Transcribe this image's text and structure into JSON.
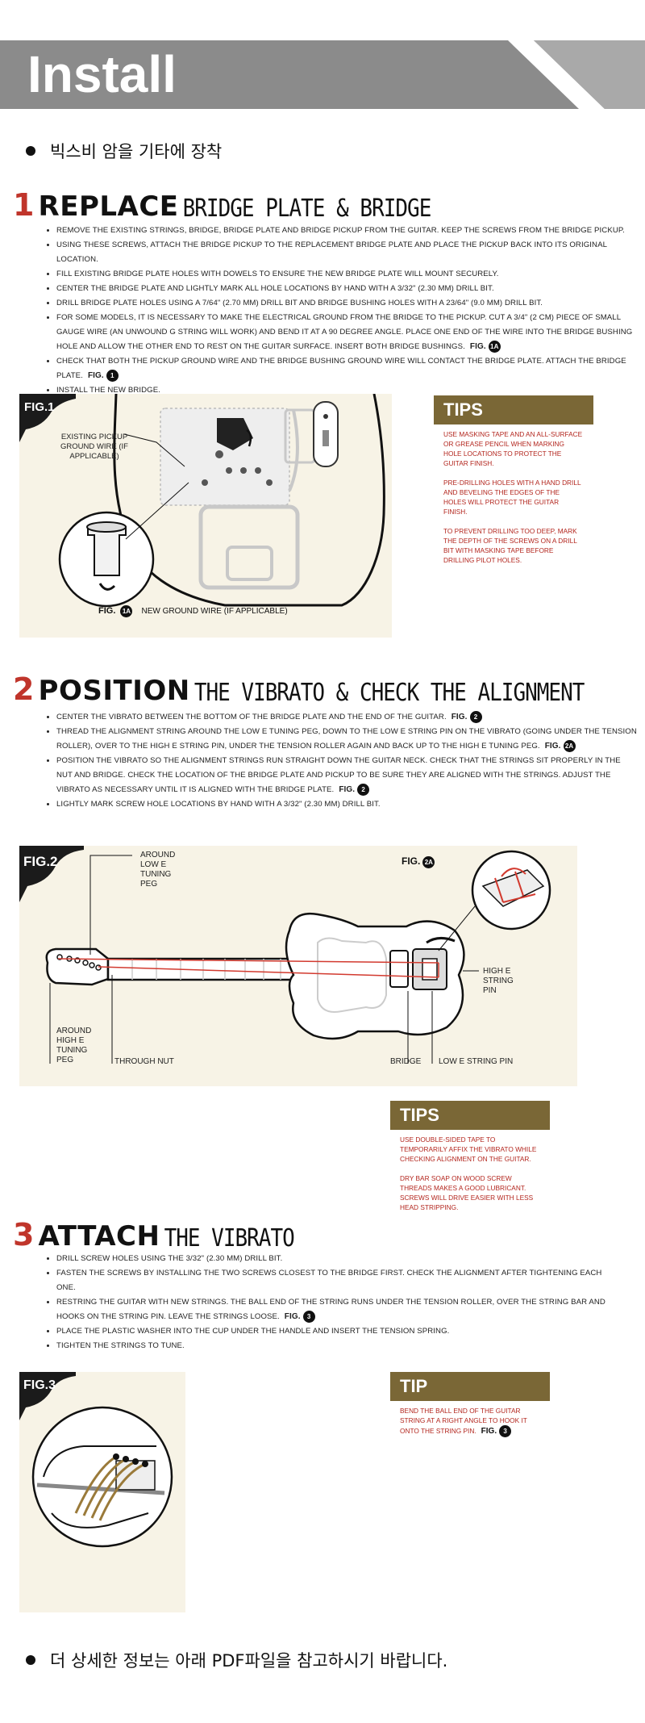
{
  "header": {
    "title": "Install"
  },
  "intro": {
    "text": "빅스비 암을 기타에 장착"
  },
  "footer": {
    "text": "더 상세한 정보는 아래 PDF파일을 참고하시기 바랍니다."
  },
  "step1": {
    "number": "1",
    "strong": "REPLACE",
    "rest": "BRIDGE PLATE & BRIDGE",
    "items": [
      "Remove the existing strings, bridge, bridge plate and bridge pickup from the guitar. Keep the screws from the bridge pickup.",
      "Using these screws, attach the bridge pickup to the replacement bridge plate and place the pickup back into its original location.",
      "Fill existing bridge plate holes with dowels to ensure the new bridge plate will mount securely.",
      "Center the bridge plate and lightly mark all hole locations by hand with a 3/32\" (2.30 mm) drill bit.",
      "Drill bridge plate holes using a 7/64\" (2.70 mm) drill bit and bridge bushing holes with a 23/64\" (9.0 mm) drill bit.",
      "For some models, it is necessary to make the electrical ground from the bridge to the pickup. Cut a 3/4\" (2 cm) piece of small gauge wire (an unwound G string will work) and bend it at a 90 degree angle. Place one end of the wire into the bridge bushing hole and allow the other end to rest on the guitar surface. Insert both bridge bushings.",
      "Check that both the pickup ground wire and the bridge bushing ground wire will contact the bridge plate. Attach the bridge plate.",
      "Install the new bridge."
    ],
    "refs": {
      "r5": "FIG.",
      "r5n": "1A",
      "r6": "FIG.",
      "r6n": "1"
    },
    "fig_label": "FIG.1",
    "fig_sub_label": "FIG.",
    "fig_sub_num": "1A",
    "fig_sub_caption": "NEW GROUND WIRE (IF APPLICABLE)",
    "callout": "EXISTING PICKUP GROUND WIRE (IF APPLICABLE)",
    "tips_title": "TIPS",
    "tips": [
      "Use masking tape and an all-surface or grease pencil when marking hole locations to protect the guitar finish.",
      "Pre-drilling holes with a hand drill and beveling the edges of the holes will protect the guitar finish.",
      "To prevent drilling too deep, mark the depth of the screws on a drill bit with masking tape before drilling pilot holes."
    ]
  },
  "step2": {
    "number": "2",
    "strong": "POSITION",
    "rest": "THE VIBRATO & CHECK THE ALIGNMENT",
    "items": [
      "Center the vibrato between the bottom of the bridge plate and the end of the guitar.",
      "Thread the alignment string around the low E tuning peg, down to the low E string pin on the vibrato (going under the tension roller), over to the high E string pin, under the tension roller again and back up to the high E tuning peg.",
      "Position the vibrato so the alignment strings run straight down the guitar neck. Check that the strings sit properly in the nut and bridge. Check the location of the bridge plate and pickup to be sure they are aligned with the strings. Adjust the vibrato as necessary until it is aligned with the bridge plate.",
      "Lightly mark screw hole locations by hand with a 3/32\" (2.30 mm) drill bit."
    ],
    "refs": {
      "r0": "FIG.",
      "r0n": "2",
      "r1": "FIG.",
      "r1n": "2A",
      "r2": "FIG.",
      "r2n": "2"
    },
    "fig_label": "FIG.2",
    "fig_sub_label": "FIG.",
    "fig_sub_num": "2A",
    "labels": {
      "around_low_e": "AROUND LOW E TUNING PEG",
      "around_high_e": "AROUND HIGH E TUNING PEG",
      "through_nut": "THROUGH NUT",
      "bridge": "BRIDGE",
      "low_e_pin": "LOW E STRING PIN",
      "high_e_pin": "HIGH E STRING PIN"
    },
    "tips_title": "TIPS",
    "tips": [
      "Use double-sided tape to temporarily affix the vibrato while checking alignment on the guitar.",
      "Dry bar soap on wood screw threads makes a good lubricant. Screws will drive easier with less head stripping."
    ]
  },
  "step3": {
    "number": "3",
    "strong": "ATTACH",
    "rest": "THE VIBRATO",
    "items": [
      "Drill screw holes using the 3/32\" (2.30 mm) drill bit.",
      "Fasten the screws by installing the two screws closest to the bridge first. Check the alignment after tightening each one.",
      "Restring the guitar with new strings. The ball end of the string runs under the tension roller, over the string bar and hooks on the string pin. Leave the strings loose.",
      "Place the plastic washer into the cup under the handle and insert the tension spring.",
      "Tighten the strings to tune."
    ],
    "refs": {
      "r2": "FIG.",
      "r2n": "3"
    },
    "fig_label": "FIG.3",
    "tip_title": "TIP",
    "tip": "Bend the ball end of the guitar string at a right angle to hook it onto the string pin.",
    "tip_ref": "FIG.",
    "tip_ref_n": "3"
  }
}
